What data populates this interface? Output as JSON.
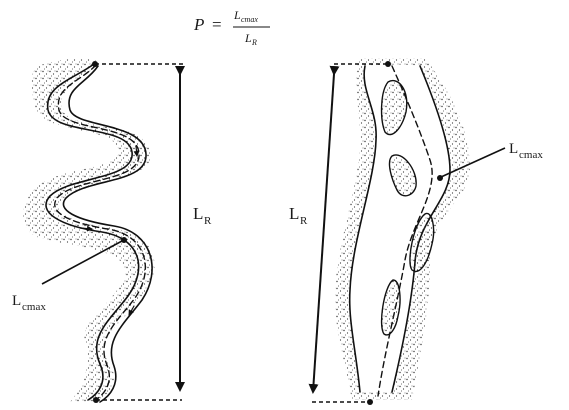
{
  "formula": {
    "lhs": "P",
    "equals": "=",
    "numerator": "L",
    "numerator_sub": "cmax",
    "denominator": "L",
    "denominator_sub": "R"
  },
  "left_diagram": {
    "reach_label": "L",
    "reach_sub": "R",
    "channel_label": "L",
    "channel_sub": "cmax"
  },
  "right_diagram": {
    "reach_label": "L",
    "reach_sub": "R",
    "channel_label": "L",
    "channel_sub": "cmax"
  }
}
